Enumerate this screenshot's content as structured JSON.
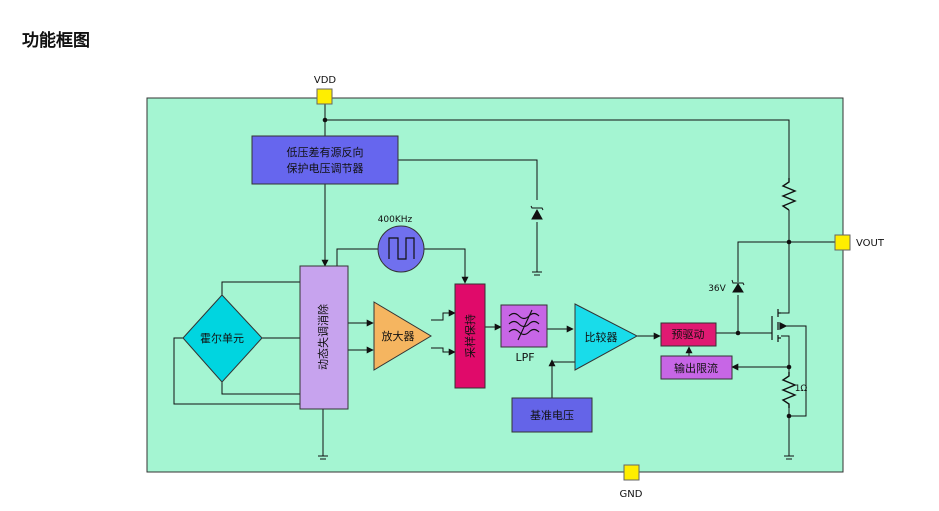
{
  "title": "功能框图",
  "pins": {
    "vdd": "VDD",
    "vout": "VOUT",
    "gnd": "GND"
  },
  "blocks": {
    "ldo_line1": "低压差有源反向",
    "ldo_line2": "保护电压调节器",
    "hall": "霍尔单元",
    "chopper": "动态失调消除",
    "amp": "放大器",
    "sample_hold": "采样保持",
    "lpf": "LPF",
    "comparator": "比较器",
    "predriver": "预驱动",
    "current_limit": "输出限流",
    "reference": "基准电压",
    "clock": "400KHz",
    "zener": "36V",
    "resistor": "1Ω"
  },
  "colors": {
    "chip_fill": "#a4f5d2",
    "ldo": "#6666ee",
    "chopper": "#c7a3ee",
    "hall": "#00d5e0",
    "amp": "#f5b560",
    "sample_hold": "#e00a6a",
    "lpf": "#c766e6",
    "comparator": "#19dcea",
    "predriver": "#e01a72",
    "current_limit": "#c766e6",
    "reference": "#6464e8",
    "clock": "#7070ee",
    "pin": "#ffee00"
  }
}
